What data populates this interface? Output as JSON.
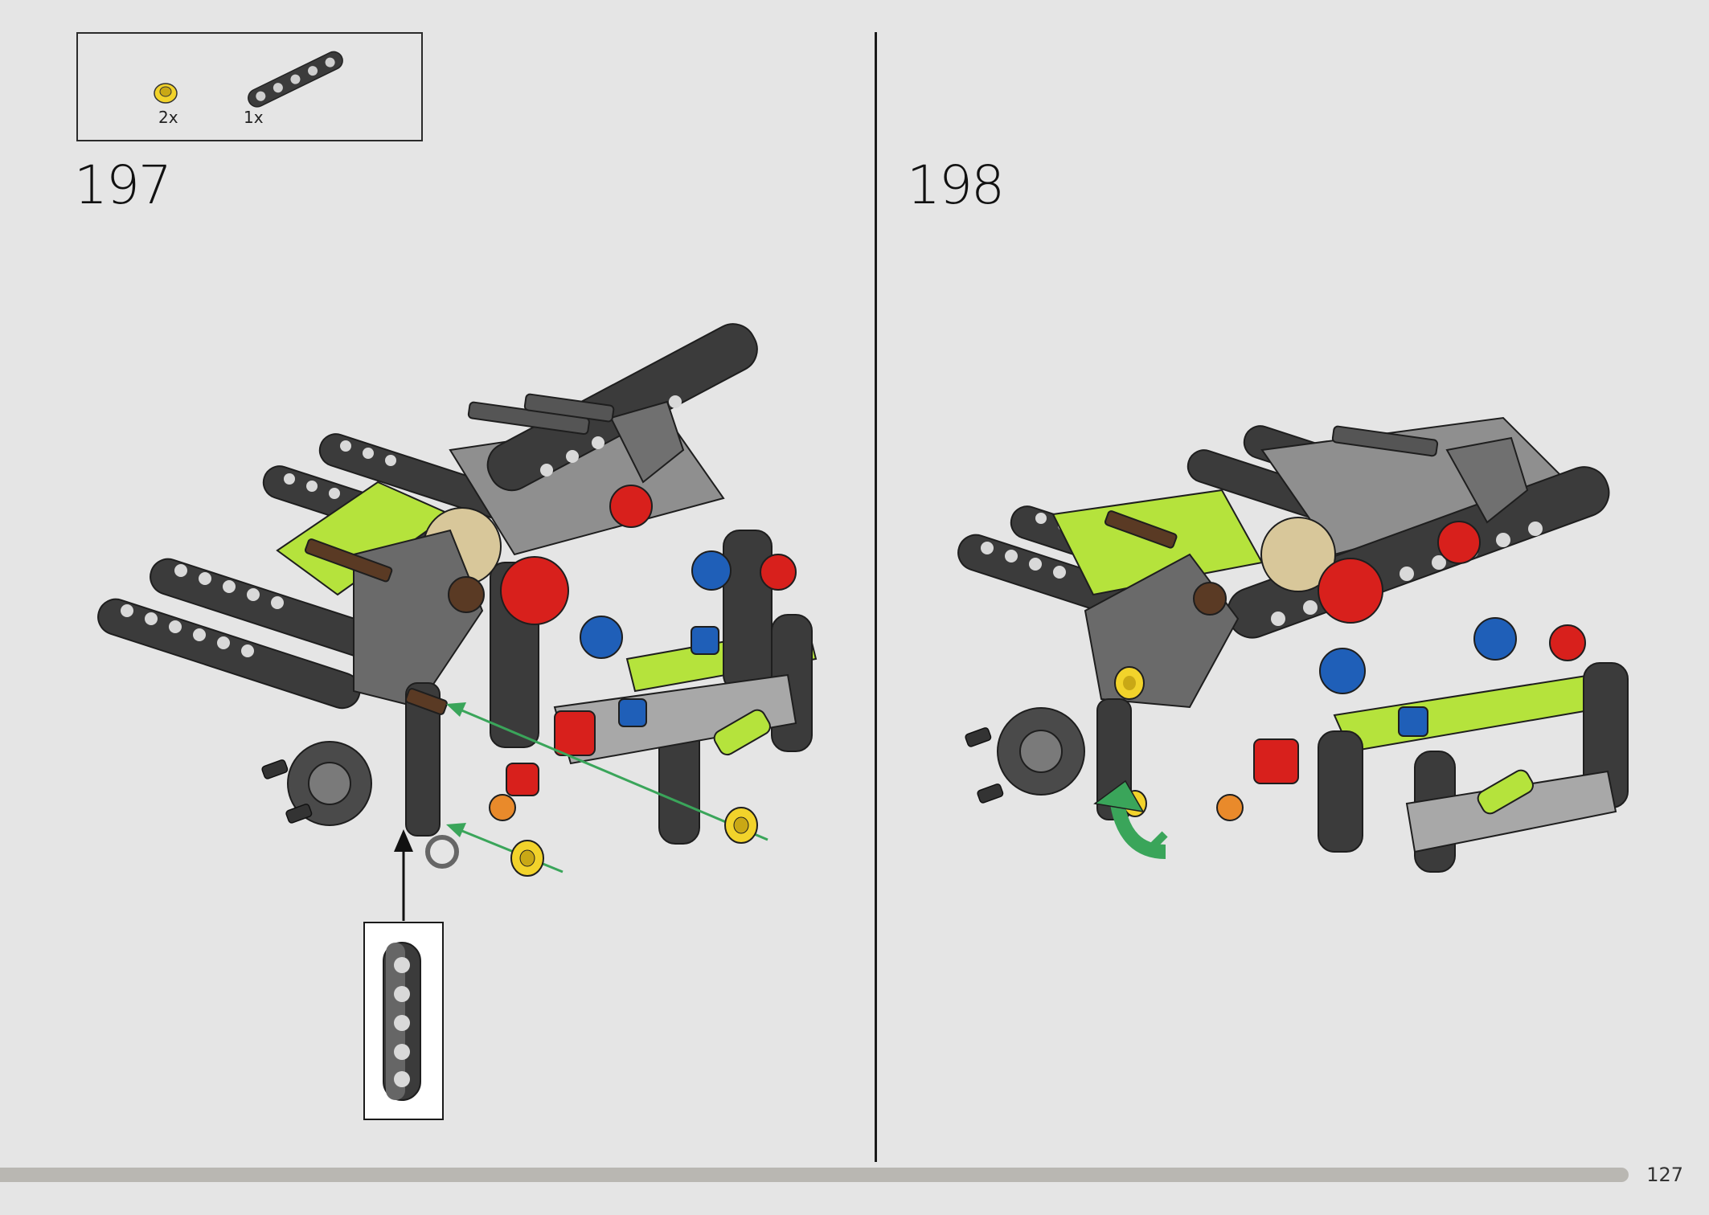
{
  "parts_list": {
    "items": [
      {
        "qty": "2x",
        "color": "#f2d32b",
        "icon": "yellow-bush-icon"
      },
      {
        "qty": "1x",
        "color": "#3a3a3a",
        "icon": "dark-grey-beam-5-icon"
      }
    ]
  },
  "steps": [
    {
      "number": "197"
    },
    {
      "number": "198"
    }
  ],
  "page": {
    "number": "127"
  },
  "colors": {
    "background": "#e5e5e5",
    "beam_dark": "#3b3b3b",
    "lime": "#b5e33c",
    "red": "#d8201c",
    "blue": "#1f5fb8",
    "tan": "#d8c79a",
    "orange": "#e98a2b",
    "yellow": "#f2d32b",
    "guide_green": "#3aa55a"
  }
}
